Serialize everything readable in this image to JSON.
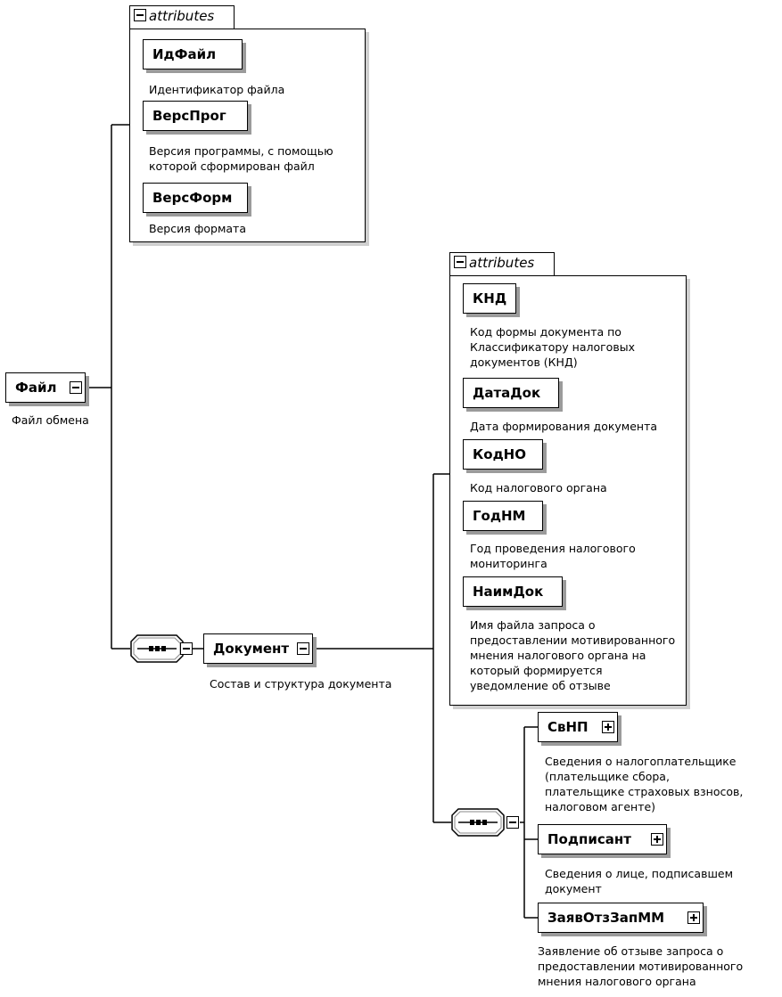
{
  "root": {
    "name": "Файл",
    "description": "Файл обмена",
    "attributes_label": "attributes",
    "attributes": [
      {
        "name": "ИдФайл",
        "description": [
          "Идентификатор файла"
        ]
      },
      {
        "name": "ВерсПрог",
        "description": [
          "Версия программы, с помощью",
          "которой сформирован файл"
        ]
      },
      {
        "name": "ВерсФорм",
        "description": [
          "Версия формата"
        ]
      }
    ]
  },
  "document": {
    "name": "Документ",
    "description": "Состав и структура документа",
    "attributes_label": "attributes",
    "attributes": [
      {
        "name": "КНД",
        "description": [
          "Код формы документа по",
          "Классификатору налоговых",
          "документов (КНД)"
        ]
      },
      {
        "name": "ДатаДок",
        "description": [
          "Дата формирования документа"
        ]
      },
      {
        "name": "КодНО",
        "description": [
          "Код налогового органа"
        ]
      },
      {
        "name": "ГодНМ",
        "description": [
          "Год проведения налогового",
          "мониторинга"
        ]
      },
      {
        "name": "НаимДок",
        "description": [
          "Имя файла запроса о",
          "предоставлении мотивированного",
          "мнения налогового органа на",
          "который формируется",
          "уведомление об отзыве"
        ]
      }
    ],
    "children": [
      {
        "name": "СвНП",
        "description": [
          "Сведения о налогоплательщике",
          "(плательщике сбора,",
          "плательщике страховых взносов,",
          "налоговом агенте)"
        ]
      },
      {
        "name": "Подписант",
        "description": [
          "Сведения о лице, подписавшем",
          "документ"
        ]
      },
      {
        "name": "ЗаявОтзЗапММ",
        "description": [
          "Заявление об отзыве запроса о",
          "предоставлении мотивированного",
          "мнения налогового органа"
        ]
      }
    ]
  },
  "icons": {
    "collapse": "minus-box-icon",
    "expand": "plus-box-icon",
    "sequence": "sequence-compositor-icon"
  }
}
